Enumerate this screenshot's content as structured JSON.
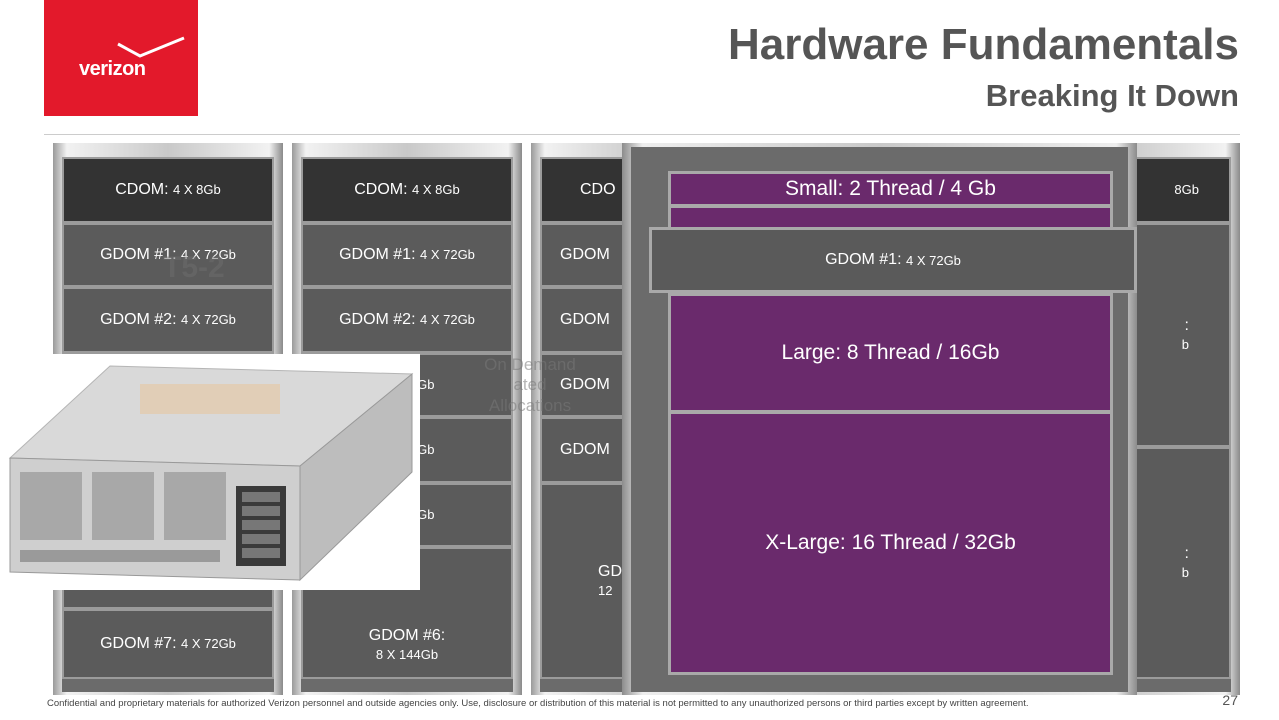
{
  "header": {
    "logo": "verizon",
    "title": "Hardware Fundamentals",
    "subtitle": "Breaking It Down"
  },
  "columns": [
    {
      "cells": [
        {
          "label": "CDOM:",
          "value": "4 X 8Gb"
        },
        {
          "label": "GDOM #1:",
          "value": "4 X 72Gb"
        },
        {
          "label": "GDOM #2:",
          "value": "4 X 72Gb"
        },
        {
          "label": "GDOM #7:",
          "value": "4 X 72Gb"
        }
      ]
    },
    {
      "cells": [
        {
          "label": "CDOM:",
          "value": "4 X 8Gb"
        },
        {
          "label": "GDOM #1:",
          "value": "4 X 72Gb"
        },
        {
          "label": "GDOM #2:",
          "value": "4 X 72Gb"
        },
        {
          "label": "",
          "value": "4 X 72Gb"
        },
        {
          "label": "",
          "value": "4 X 72Gb"
        },
        {
          "label": "",
          "value": "4 X 72Gb"
        },
        {
          "label": "GDOM #6:",
          "value": "8 X 144Gb"
        }
      ]
    },
    {
      "cells": [
        {
          "label": "CDO",
          "value": ""
        },
        {
          "label": "GDOM",
          "value": ""
        },
        {
          "label": "GDOM",
          "value": ""
        },
        {
          "label": "GDOM",
          "value": ""
        },
        {
          "label": "GDOM",
          "value": ""
        },
        {
          "label": "GD",
          "value": "12"
        }
      ]
    },
    {
      "cells": [
        {
          "label": "",
          "value": "8Gb"
        },
        {
          "label": ":",
          "value": "b"
        },
        {
          "label": ":",
          "value": "b"
        }
      ]
    }
  ],
  "overlay": {
    "small": "Small: 2 Thread / 4 Gb",
    "gdom1": {
      "label": "GDOM #1:",
      "value": "4 X 72Gb"
    },
    "large": "Large: 8 Thread / 16Gb",
    "xlarge": "X-Large: 16 Thread / 32Gb"
  },
  "ghost_text": {
    "line1": "On Demand",
    "line2": "ated",
    "line3": "Allocations",
    "ovl": "T5-2"
  },
  "footer": {
    "disclaimer": "Confidential and proprietary materials for authorized Verizon personnel and outside agencies only. Use, disclosure or distribution of this material is not permitted to any unauthorized persons or third parties except by written agreement.",
    "page": "27"
  }
}
